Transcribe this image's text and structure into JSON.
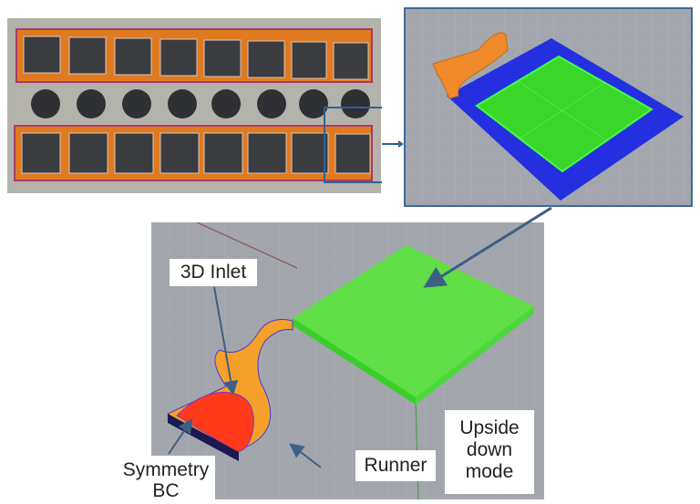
{
  "figure": {
    "panels": {
      "photo": {
        "description": "Photograph of molded part array (2 rows x 8 cavities)"
      },
      "cad_top": {
        "description": "3D CAD of single cavity with runner"
      },
      "cad_main": {
        "description": "Simulation model, upside down mode"
      }
    },
    "labels": {
      "inlet": "3D Inlet",
      "symmetry_line1": "Symmetry",
      "symmetry_line2": "BC",
      "runner": "Runner",
      "mode_line1": "Upside",
      "mode_line2": "down",
      "mode_line3": "mode"
    },
    "colors": {
      "highlight_box": "#2f6399",
      "arrow": "#3d5f86",
      "part_green": "#5fe04a",
      "runner_orange": "#f5a02a",
      "inlet_red": "#ff3a1a",
      "frame_blue": "#2a2ee0",
      "background_grid": "#a2a6ac"
    }
  }
}
